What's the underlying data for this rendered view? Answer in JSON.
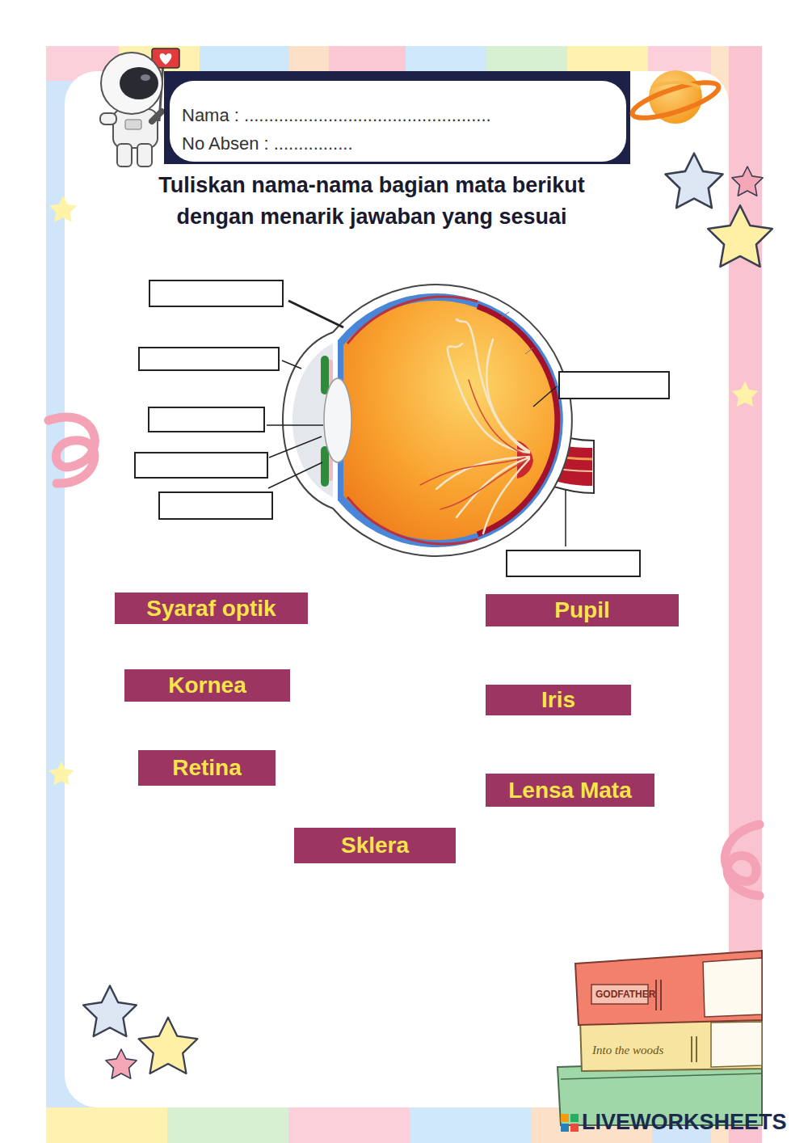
{
  "diagram": {
    "title": "Tuliskan nama-nama bagian mata berikut dengan menarik jawaban yang sesuai",
    "nodes": [
      {
        "text": [
          "Nama :   ..................................................",
          "No Absen : ................"
        ]
      },
      {
        "text": [
          "Syaraf optik"
        ]
      },
      {
        "text": [
          "Pupil"
        ]
      },
      {
        "text": [
          "Kornea"
        ]
      },
      {
        "text": [
          "Iris"
        ]
      },
      {
        "text": [
          "Retina"
        ]
      },
      {
        "text": [
          "Lensa Mata"
        ]
      },
      {
        "text": [
          "Sklera"
        ]
      }
    ],
    "labels": [
      "GODFATHER",
      "Into the woods",
      "LIVEWORKSHEETS"
    ]
  }
}
